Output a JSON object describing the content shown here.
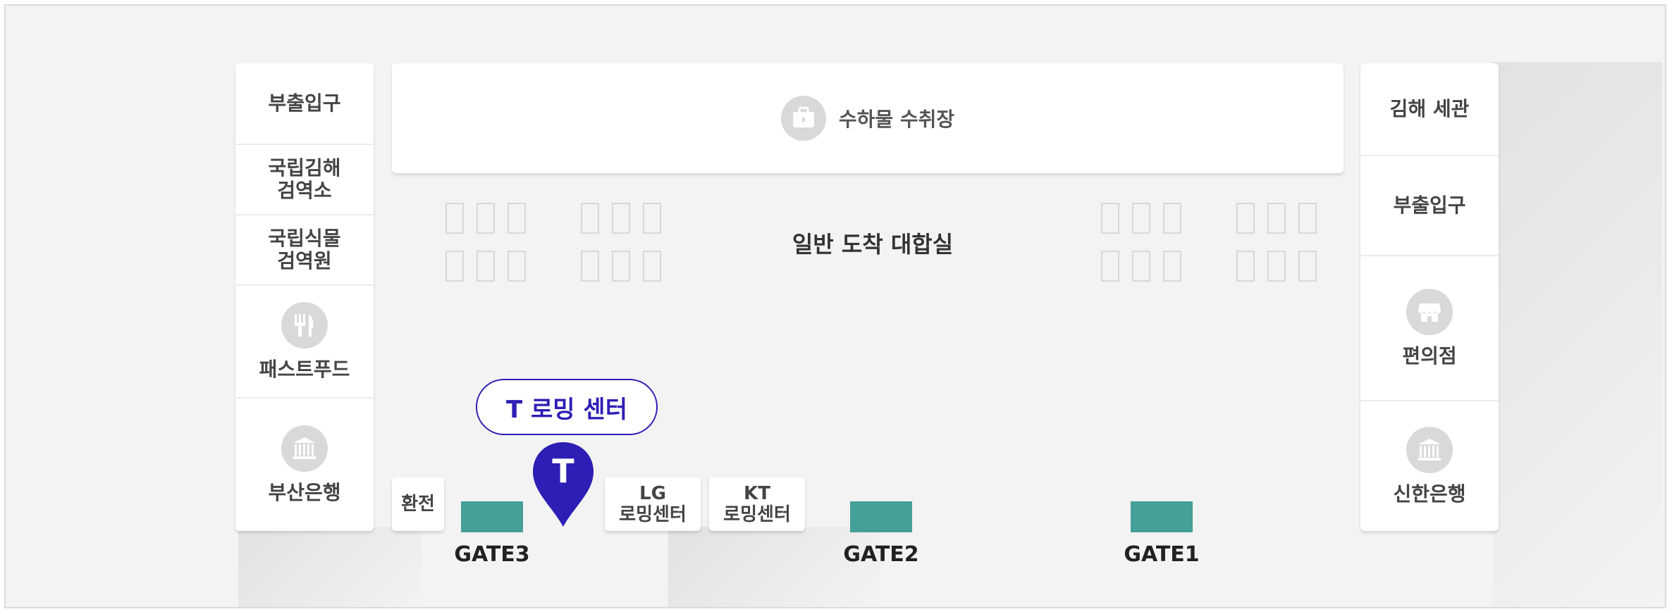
{
  "left_column": {
    "items": [
      {
        "label": "부출입구"
      },
      {
        "label": "국립김해\n검역소"
      },
      {
        "label": "국립식물\n검역원"
      },
      {
        "label": "패스트푸드",
        "icon": "fork-knife-icon"
      },
      {
        "label": "부산은행",
        "icon": "bank-icon"
      }
    ]
  },
  "right_column": {
    "items": [
      {
        "label": "김해 세관"
      },
      {
        "label": "부출입구"
      },
      {
        "label": "편의점",
        "icon": "store-icon"
      },
      {
        "label": "신한은행",
        "icon": "bank-icon"
      }
    ]
  },
  "baggage": {
    "label": "수하물 수취장",
    "icon": "suitcase-icon"
  },
  "hall": {
    "label": "일반 도착 대합실"
  },
  "t_roaming": {
    "bubble_label": "T 로밍 센터",
    "pin_letter": "T",
    "pin_color": "#2d1fb5"
  },
  "exchange": {
    "label": "환전"
  },
  "lg_roaming": {
    "label": "LG\n로밍센터"
  },
  "kt_roaming": {
    "label": "KT\n로밍센터"
  },
  "gates": [
    {
      "label": "GATE3"
    },
    {
      "label": "GATE2"
    },
    {
      "label": "GATE1"
    }
  ],
  "colors": {
    "gate": "#45a097",
    "accent": "#2d1fb5",
    "icon_bg": "#d9d9d9"
  }
}
